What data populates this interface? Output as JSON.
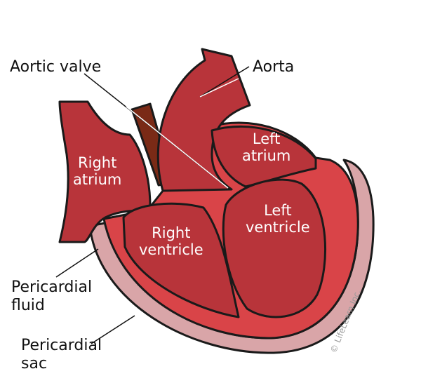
{
  "labels": {
    "aortic_valve": "Aortic valve",
    "aorta": "Aorta",
    "pericardial_fluid": "Pericardial\nfluid",
    "pericardial_sac": "Pericardial\nsac"
  },
  "chambers": {
    "right_atrium": "Right\natrium",
    "left_atrium": "Left\natrium",
    "right_ventricle": "Right\nventricle",
    "left_ventricle": "Left\nventricle"
  },
  "copyright": "© LifeLearn Inc.",
  "colors": {
    "chamber": "#b8343a",
    "wall": "#d94448",
    "sac": "#d9a5a8",
    "vessel": "#7a2a16"
  }
}
